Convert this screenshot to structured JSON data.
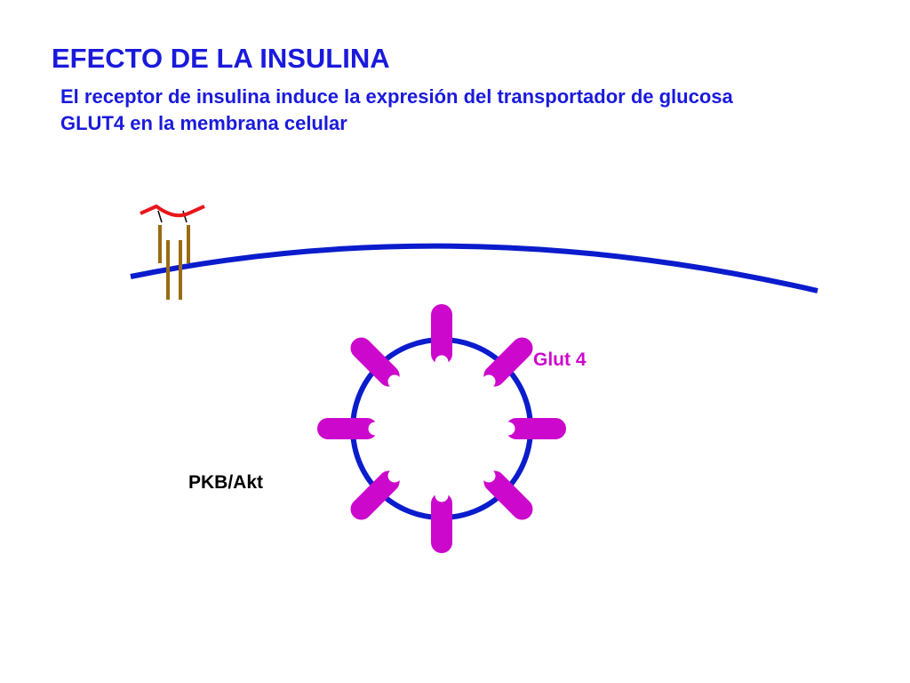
{
  "slide": {
    "title": "EFECTO DE LA INSULINA",
    "subtitle": "El receptor de insulina induce la expresión del transportador de glucosa GLUT4 en la membrana celular"
  },
  "labels": {
    "glut4": "Glut 4",
    "pkb_akt": "PKB/Akt"
  },
  "icons": {
    "receptor": "insulin-receptor-icon",
    "transporter": "glut4-transporter-icon",
    "vesicle": "vesicle-icon",
    "membrane": "cell-membrane-icon"
  },
  "colors": {
    "title": "#1a1adc",
    "membrane": "#0a1ccc",
    "receptor_chain": "#9a6b12",
    "receptor_arms": "#e8161b",
    "receptor_link": "#000000",
    "transporter": "#cc08cc",
    "glut_label": "#cc08cc",
    "text": "#000000"
  },
  "vesicle": {
    "transporter_count": 8
  }
}
